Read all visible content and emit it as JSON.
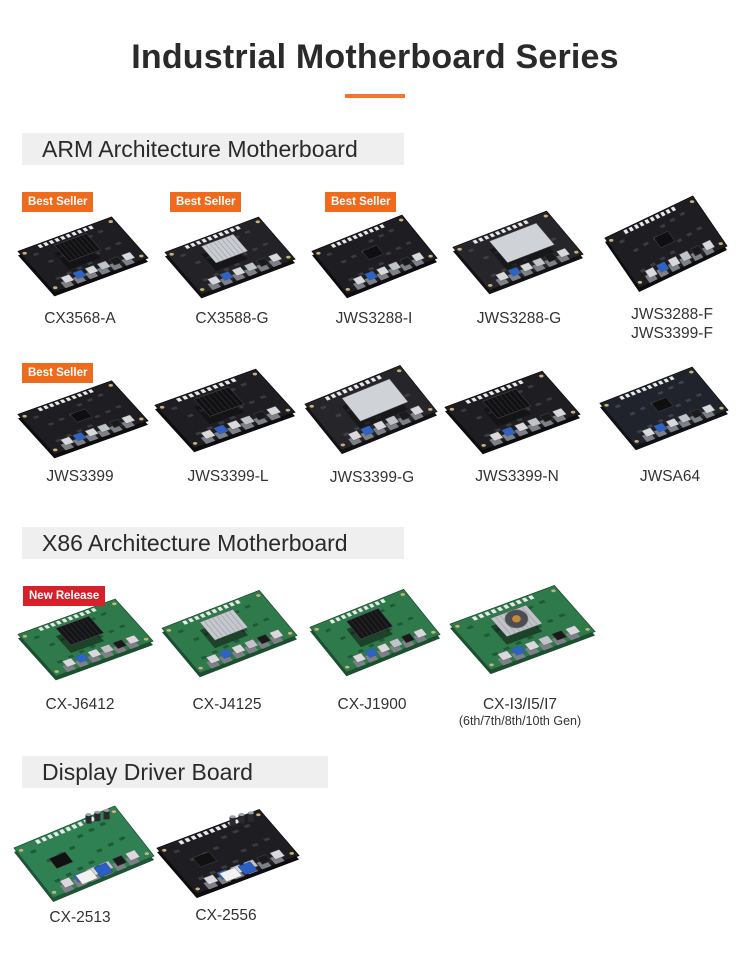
{
  "page": {
    "title": "Industrial Motherboard Series"
  },
  "colors": {
    "accent": "#f2772a",
    "badge_orange": "#ee6a1c",
    "badge_red": "#d8202a",
    "section_bg": "#efefef",
    "pcb_black": "#1c1c1f",
    "pcb_green": "#2f7a4a"
  },
  "sections": [
    {
      "heading": "ARM Architecture Motherboard",
      "products": [
        {
          "name": "CX3568-A",
          "badge": "Best Seller"
        },
        {
          "name": "CX3588-G",
          "badge": "Best Seller"
        },
        {
          "name": "JWS3288-I",
          "badge": "Best Seller"
        },
        {
          "name": "JWS3288-G"
        },
        {
          "name": "JWS3288-F",
          "name2": "JWS3399-F"
        },
        {
          "name": "JWS3399",
          "badge": "Best Seller"
        },
        {
          "name": "JWS3399-L"
        },
        {
          "name": "JWS3399-G"
        },
        {
          "name": "JWS3399-N"
        },
        {
          "name": "JWSA64"
        }
      ]
    },
    {
      "heading": "X86 Architecture Motherboard",
      "products": [
        {
          "name": "CX-J6412",
          "badge": "New Release"
        },
        {
          "name": "CX-J4125"
        },
        {
          "name": "CX-J1900"
        },
        {
          "name": "CX-I3/I5/I7",
          "sub": "(6th/7th/8th/10th Gen)"
        }
      ]
    },
    {
      "heading": "Display Driver Board",
      "products": [
        {
          "name": "CX-2513"
        },
        {
          "name": "CX-2556"
        }
      ]
    }
  ]
}
